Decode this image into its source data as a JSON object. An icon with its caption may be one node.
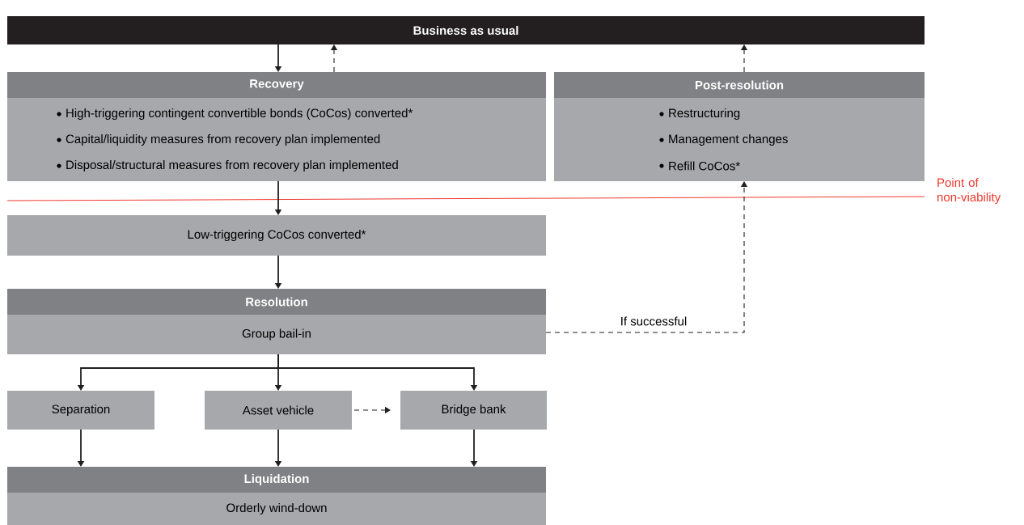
{
  "diagram": {
    "nodes": [
      {
        "text": [
          "Business as usual"
        ]
      },
      {
        "text": [
          "Recovery",
          "High-triggering contingent convertible bonds (CoCos) converted*",
          "Capital/liquidity measures from recovery plan implemented",
          "Disposal/structural measures from recovery plan implemented"
        ]
      },
      {
        "text": [
          "Post-resolution",
          "Restructuring",
          "Management changes",
          "Refill CoCos*"
        ]
      },
      {
        "text": [
          "Low-triggering CoCos converted*"
        ]
      },
      {
        "text": [
          "Resolution",
          "Group bail-in"
        ]
      },
      {
        "text": [
          "Separation"
        ]
      },
      {
        "text": [
          "Asset vehicle"
        ]
      },
      {
        "text": [
          "Bridge bank"
        ]
      },
      {
        "text": [
          "Liquidation",
          "Orderly wind-down"
        ]
      }
    ],
    "edges": [
      {
        "from": 0,
        "to": 1,
        "arrow": "to"
      },
      {
        "from": 1,
        "to": 0,
        "arrow": "to",
        "style": "dashed"
      },
      {
        "from": 2,
        "to": 0,
        "arrow": "to",
        "style": "dashed"
      },
      {
        "from": 1,
        "to": 3,
        "arrow": "to"
      },
      {
        "from": 3,
        "to": 4,
        "arrow": "to"
      },
      {
        "from": 4,
        "to": 2,
        "arrow": "to",
        "style": "dashed",
        "label": "If successful"
      },
      {
        "from": 4,
        "to": 5,
        "arrow": "to"
      },
      {
        "from": 4,
        "to": 6,
        "arrow": "to"
      },
      {
        "from": 4,
        "to": 7,
        "arrow": "to"
      },
      {
        "from": 6,
        "to": 7,
        "arrow": "to",
        "style": "dashed"
      },
      {
        "from": 5,
        "to": 8,
        "arrow": "to"
      },
      {
        "from": 6,
        "to": 8,
        "arrow": "to"
      },
      {
        "from": 7,
        "to": 8,
        "arrow": "to"
      }
    ],
    "labels": [
      "Point of non-viability"
    ]
  }
}
